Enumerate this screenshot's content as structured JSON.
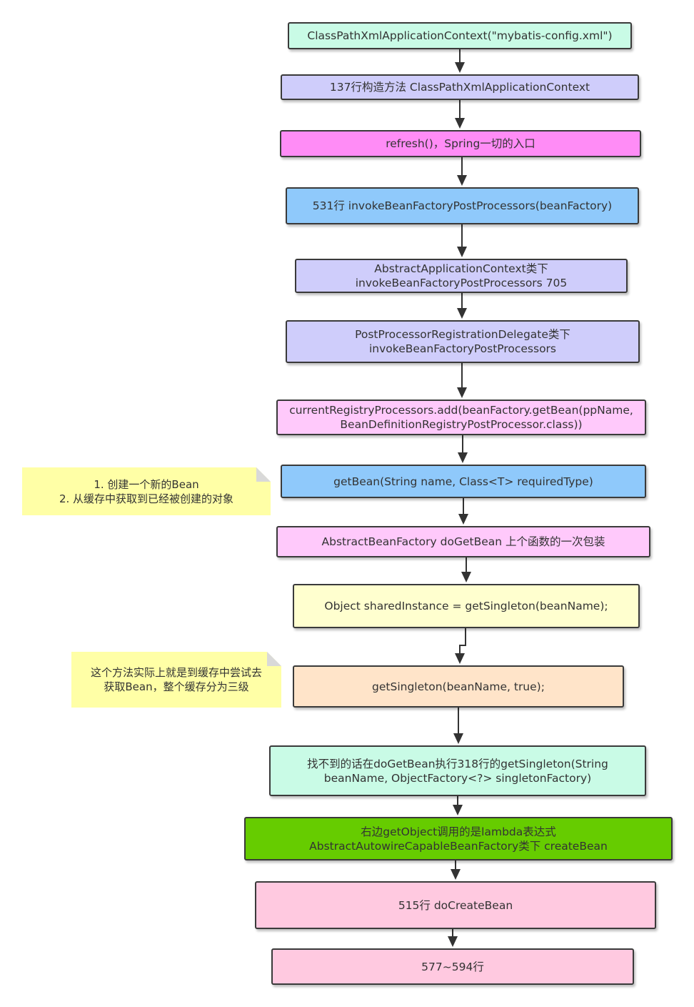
{
  "colors": {
    "mint": "#c9fbe6",
    "lavender": "#cfcdfb",
    "magenta": "#ff8cf6",
    "skyblue": "#8fc9fb",
    "pink": "#ffc9fb",
    "lightyellow": "#ffffcf",
    "peach": "#ffe4c9",
    "green": "#66cc00",
    "rose": "#ffc9e0",
    "note": "#ffffa6"
  },
  "nodes": [
    {
      "id": "n1",
      "lines": [
        "ClassPathXmlApplicationContext(\"mybatis-config.xml\")"
      ],
      "color": "mint"
    },
    {
      "id": "n2",
      "lines": [
        "137行构造方法 ClassPathXmlApplicationContext"
      ],
      "color": "lavender"
    },
    {
      "id": "n3",
      "lines": [
        "refresh()，Spring一切的入口"
      ],
      "color": "magenta"
    },
    {
      "id": "n4",
      "lines": [
        "531行 invokeBeanFactoryPostProcessors(beanFactory)"
      ],
      "color": "skyblue"
    },
    {
      "id": "n5",
      "lines": [
        "AbstractApplicationContext类下",
        "invokeBeanFactoryPostProcessors 705"
      ],
      "color": "lavender"
    },
    {
      "id": "n6",
      "lines": [
        "PostProcessorRegistrationDelegate类下",
        "invokeBeanFactoryPostProcessors"
      ],
      "color": "lavender"
    },
    {
      "id": "n7",
      "lines": [
        "currentRegistryProcessors.add(beanFactory.getBean(ppName,",
        "BeanDefinitionRegistryPostProcessor.class))"
      ],
      "color": "pink"
    },
    {
      "id": "n8",
      "lines": [
        "getBean(String name, Class<T> requiredType)"
      ],
      "color": "skyblue"
    },
    {
      "id": "n9",
      "lines": [
        "AbstractBeanFactory   doGetBean 上个函数的一次包装"
      ],
      "color": "pink"
    },
    {
      "id": "n10",
      "lines": [
        "Object sharedInstance = getSingleton(beanName);"
      ],
      "color": "lightyellow"
    },
    {
      "id": "n11",
      "lines": [
        "getSingleton(beanName, true);"
      ],
      "color": "peach"
    },
    {
      "id": "n12",
      "lines": [
        "找不到的话在doGetBean执行318行的getSingleton(String",
        "beanName, ObjectFactory<?> singletonFactory)"
      ],
      "color": "mint"
    },
    {
      "id": "n13",
      "lines": [
        "右边getObject调用的是lambda表达式",
        "AbstractAutowireCapableBeanFactory类下 createBean"
      ],
      "color": "green"
    },
    {
      "id": "n14",
      "lines": [
        "515行 doCreateBean"
      ],
      "color": "rose"
    },
    {
      "id": "n15",
      "lines": [
        "577~594行"
      ],
      "color": "rose"
    }
  ],
  "notes": [
    {
      "id": "note1",
      "lines": [
        "1. 创建一个新的Bean",
        "2. 从缓存中获取到已经被创建的对象"
      ]
    },
    {
      "id": "note2",
      "lines": [
        "这个方法实际上就是到缓存中尝试去",
        "获取Bean，整个缓存分为三级"
      ]
    }
  ],
  "edges": [
    [
      "n1",
      "n2"
    ],
    [
      "n2",
      "n3"
    ],
    [
      "n3",
      "n4"
    ],
    [
      "n4",
      "n5"
    ],
    [
      "n5",
      "n6"
    ],
    [
      "n6",
      "n7"
    ],
    [
      "n7",
      "n8"
    ],
    [
      "n8",
      "n9"
    ],
    [
      "n9",
      "n10"
    ],
    [
      "n10",
      "n11"
    ],
    [
      "n11",
      "n12"
    ],
    [
      "n12",
      "n13"
    ],
    [
      "n13",
      "n14"
    ],
    [
      "n14",
      "n15"
    ]
  ]
}
